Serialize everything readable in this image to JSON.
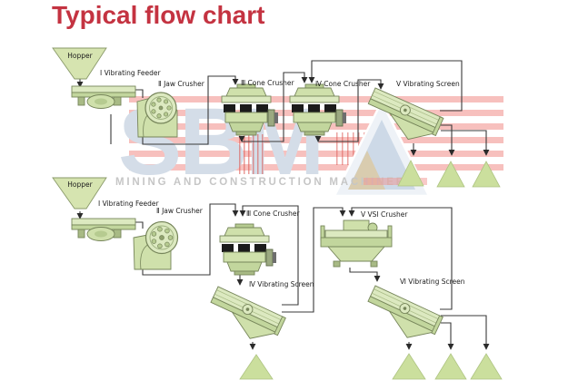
{
  "title": "Typical flow chart",
  "watermark": {
    "brand": "SBM",
    "tagline": "MINING AND CONSTRUCTION MACHINERY"
  },
  "colors": {
    "accent_red": "#c43341",
    "machine_green_light": "#dce9c0",
    "machine_green_mid": "#cfe0ab",
    "machine_green_dark": "#c2d69d",
    "machine_outline": "#76855a",
    "stockpile_green": "#cbdf9d",
    "flow_line": "#3a3a3a",
    "watermark_blue": "#d4dde8",
    "watermark_stripe": "#f4a8a4",
    "watermark_gray": "#c6c6c6"
  },
  "flows": {
    "top": {
      "hopper_label": "Hopper",
      "feeder_label": "Ⅰ Vibrating Feeder",
      "jaw_label": "Ⅱ Jaw Crusher",
      "cone3_label": "Ⅲ Cone Crusher",
      "cone4_label": "Ⅳ Cone Crusher",
      "screen5_label": "Ⅴ Vibrating Screen"
    },
    "bottom": {
      "hopper_label": "Hopper",
      "feeder_label": "Ⅰ Vibrating Feeder",
      "jaw_label": "Ⅱ Jaw Crusher",
      "cone3_label": "Ⅲ Cone Crusher",
      "vsi5_label": "Ⅴ VSI Crusher",
      "screen4_label": "Ⅳ Vibrating Screen",
      "screen6_label": "Ⅵ Vibrating Screen"
    }
  }
}
